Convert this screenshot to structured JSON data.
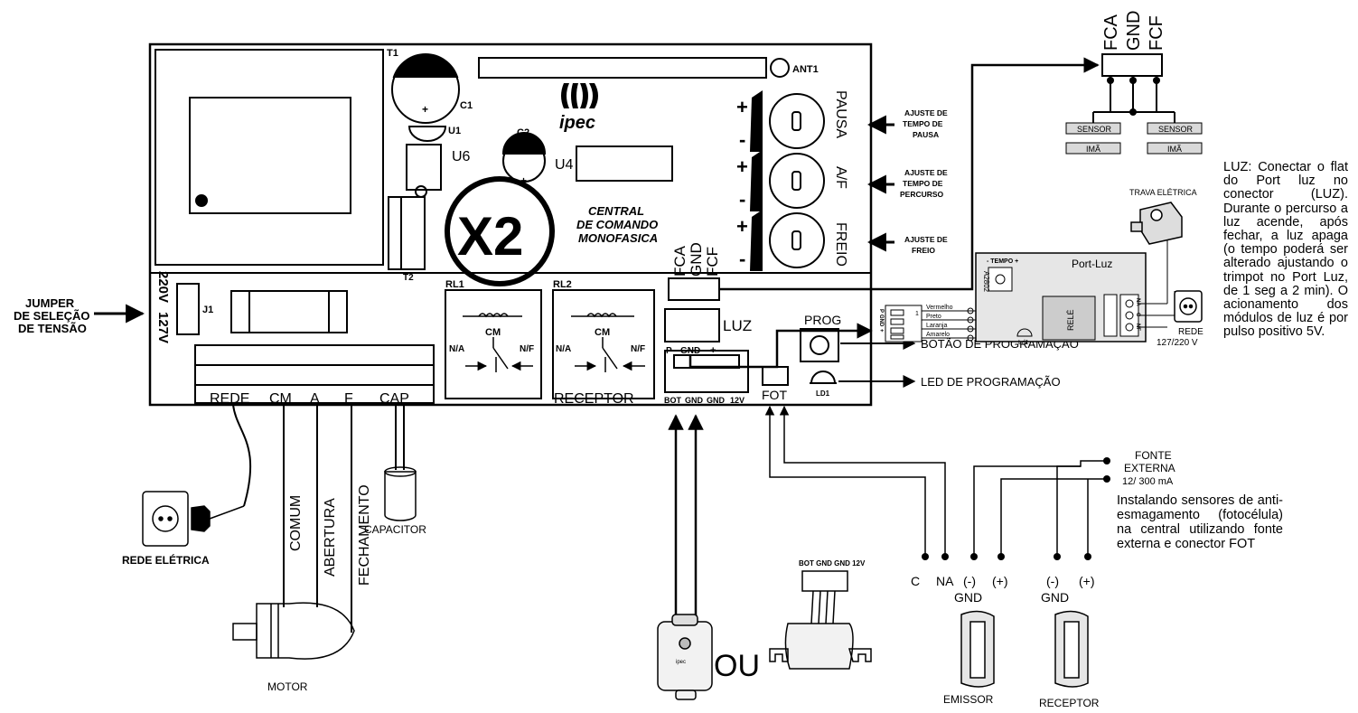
{
  "board": {
    "transformer_t1": "T1",
    "cap_c1": "C1",
    "reg_u1": "U1",
    "chip_u6": "U6",
    "cap_c2": "C2",
    "chip_u4": "U4",
    "trafo_t2": "T2",
    "antenna": "ANT1",
    "logo_text": "ipec",
    "model": "X2",
    "title_lines": [
      "CENTRAL",
      "DE COMANDO",
      "MONOFASICA"
    ],
    "jumper_j1": "J1",
    "voltage_220": "220V",
    "voltage_127": "127V",
    "plus_sign": "+",
    "minus_sign": "-",
    "trimpots": [
      "PAUSA",
      "A/F",
      "FREIO"
    ],
    "relay1": {
      "id": "RL1",
      "cm": "CM",
      "na": "N/A",
      "nf": "N/F"
    },
    "relay2": {
      "id": "RL2",
      "cm": "CM",
      "na": "N/A",
      "nf": "N/F"
    },
    "fca_gnd_fcf": [
      "FCA",
      "GND",
      "FCF"
    ],
    "luz_label": "LUZ",
    "luz_pins": [
      "P",
      "GND",
      "+"
    ],
    "prog": "PROG",
    "led": "LD1",
    "fot": "FOT",
    "bottom_terminals": [
      "REDE",
      "CM",
      "A",
      "F",
      "CAP"
    ],
    "receptor": "RECEPTOR",
    "receptor_pins": [
      "BOT",
      "GND",
      "GND",
      "12V"
    ]
  },
  "annotations": {
    "jumper_lines": [
      "JUMPER",
      "DE SELEÇÃO",
      "DE TENSÃO"
    ],
    "pausa_lines": [
      "AJUSTE DE",
      "TEMPO DE",
      "PAUSA"
    ],
    "af_lines": [
      "AJUSTE DE",
      "TEMPO DE",
      "PERCURSO"
    ],
    "freio_lines": [
      "AJUSTE DE",
      "FREIO"
    ],
    "botao_prog": "BOTÃO DE PROGRAMAÇÃO",
    "led_prog": "LED DE PROGRAMAÇÃO"
  },
  "motor_wiring": {
    "wire_labels": [
      "COMUM",
      "ABERTURA",
      "FECHAMENTO"
    ],
    "motor": "MOTOR",
    "capacitor": "CAPACITOR",
    "rede_eletrica": "REDE ELÉTRICA"
  },
  "sensor_block": {
    "header": [
      "FCA",
      "GND",
      "FCF"
    ],
    "sensors": [
      "SENSOR",
      "SENSOR"
    ],
    "imas": [
      "IMÃ",
      "IMÃ"
    ]
  },
  "portluz": {
    "title": "Port-Luz",
    "tempo": "- TEMPO +",
    "model": "A2802",
    "rele": "RELÉ",
    "ld": "Ld1",
    "wires": [
      "Vermelho",
      "Preto",
      "Laranja",
      "Amarelo"
    ],
    "nc_labels": [
      "NA",
      "C",
      "NF"
    ],
    "pin_labels": [
      "P",
      "GND",
      "+"
    ],
    "pin_one": "1",
    "trava": "TRAVA ELÉTRICA",
    "rede_lines": [
      "REDE",
      "127/220 V"
    ]
  },
  "side_text": "LUZ: Conectar o flat do Port luz no conector (LUZ). Durante o percurso a luz acende, após fechar, a luz apaga (o tempo poderá ser alterado ajustando o trimpot no Port Luz, de 1 seg a 2 min). O acionamento dos módulos de luz é por pulso positivo 5V.",
  "foto": {
    "fonte_lines": [
      "FONTE",
      "EXTERNA",
      "12/ 300 mA"
    ],
    "description": "Instalando sensores de anti-esmagamento (fotocélula) na central utilizando fonte externa e conector FOT",
    "terminals_top": [
      "C",
      "NA",
      "(-)",
      "(+)",
      "(-)",
      "(+)"
    ],
    "gnd_labels": [
      "GND",
      "GND"
    ],
    "emissor": "EMISSOR",
    "receptor": "RECEPTOR"
  },
  "remote": {
    "ou": "OU",
    "module_pins": "BOT GND GND 12V",
    "brand": "ipec"
  }
}
